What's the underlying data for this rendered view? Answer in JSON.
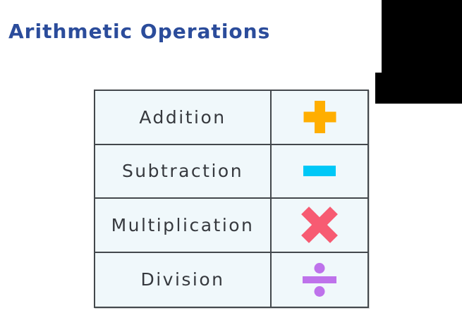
{
  "header": {
    "title": "Arithmetic Operations"
  },
  "theme": {
    "page_background": "#FFFFFF",
    "title_color": "#2B4C9B",
    "label_color": "#36393E",
    "cell_background": "#F0F8FB",
    "border_color": "#43484C",
    "black_box": "#000000"
  },
  "table": {
    "rows": [
      {
        "label": "Addition",
        "symbol": "plus",
        "color": "#FFAE00"
      },
      {
        "label": "Subtraction",
        "symbol": "minus",
        "color": "#00C8F7"
      },
      {
        "label": "Multiplication",
        "symbol": "multiply",
        "color": "#F75B72"
      },
      {
        "label": "Division",
        "symbol": "divide",
        "color": "#BE72EB"
      }
    ]
  }
}
